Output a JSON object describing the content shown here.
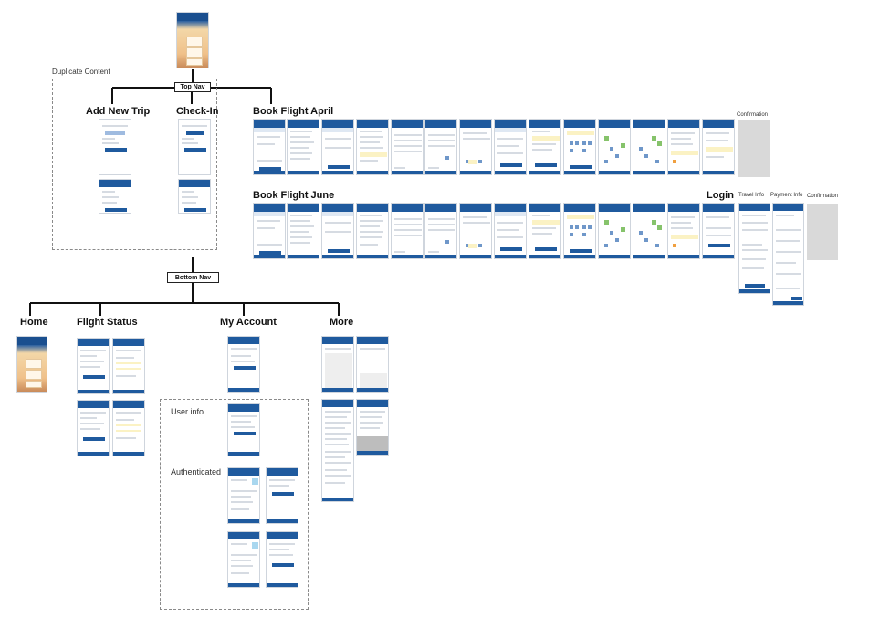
{
  "labels": {
    "duplicate_content": "Duplicate Content",
    "top_nav": "Top Nav",
    "bottom_nav": "Bottom Nav",
    "add_new_trip": "Add New Trip",
    "check_in": "Check-In",
    "book_flight_april": "Book Flight April",
    "book_flight_june": "Book Flight June",
    "confirmation": "Confirmation",
    "login": "Login",
    "travel_info": "Travel Info",
    "payment_info": "Payment Info",
    "home": "Home",
    "flight_status": "Flight Status",
    "my_account": "My Account",
    "more": "More",
    "user_info": "User info",
    "authenticated": "Authenticated"
  },
  "colors": {
    "brand_blue": "#1f5a9e",
    "placeholder_grey": "#d9d9d9",
    "highlight_yellow": "#fbf2c4",
    "seat_green": "#86c36b"
  }
}
